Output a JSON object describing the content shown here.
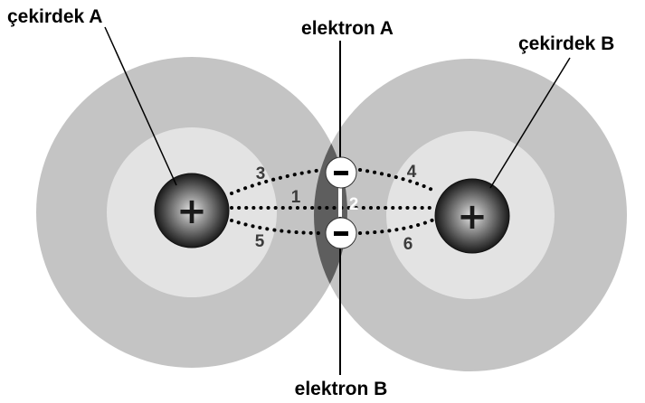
{
  "labels": {
    "nucleus_a": "çekirdek A",
    "nucleus_b": "çekirdek B",
    "electron_a": "elektron A",
    "electron_b": "elektron B"
  },
  "interactions": {
    "n1": "1",
    "n2": "2",
    "n3": "3",
    "n4": "4",
    "n5": "5",
    "n6": "6"
  },
  "symbols": {
    "nucleus_charge": "+",
    "electron_charge": "−"
  },
  "colors": {
    "outer_cloud": "#c4c4c4",
    "inner_cloud": "#e3e3e3",
    "overlap": "#5e5e5e",
    "nucleus_dark": "#1e1e1e",
    "nucleus_light": "#aaaaaa",
    "bond_line": "#000000"
  }
}
